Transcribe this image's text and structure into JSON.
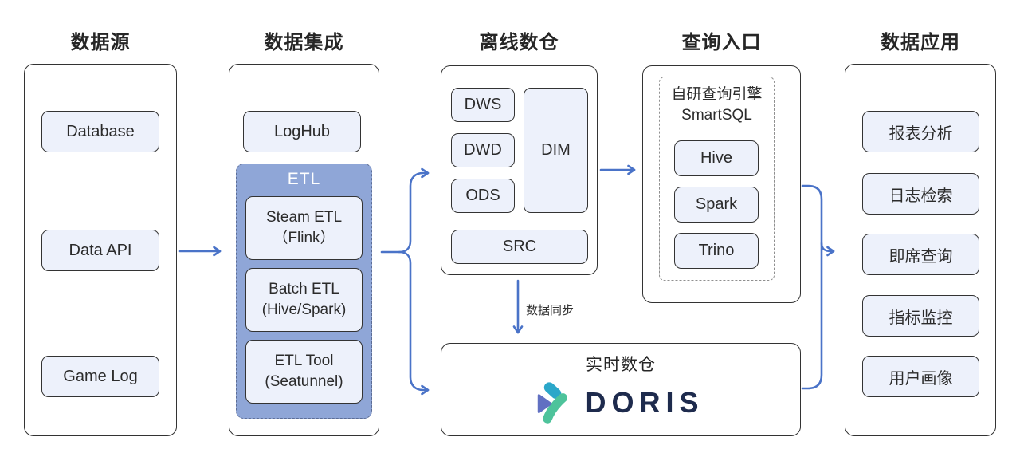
{
  "diagram": {
    "columns": {
      "source": {
        "title": "数据源",
        "items": [
          "Database",
          "Data API",
          "Game Log"
        ]
      },
      "integration": {
        "title": "数据集成",
        "loghub": "LogHub",
        "etl": {
          "label": "ETL",
          "items": [
            {
              "line1": "Steam ETL",
              "line2": "（Flink）"
            },
            {
              "line1": "Batch ETL",
              "line2": "(Hive/Spark)"
            },
            {
              "line1": "ETL Tool",
              "line2": "(Seatunnel)"
            }
          ]
        }
      },
      "offline": {
        "title": "离线数仓",
        "layers": [
          "DWS",
          "DWD",
          "ODS"
        ],
        "dim": "DIM",
        "src": "SRC"
      },
      "query": {
        "title": "查询入口",
        "engine_line1": "自研查询引擎",
        "engine_line2": "SmartSQL",
        "engines": [
          "Hive",
          "Spark",
          "Trino"
        ]
      },
      "apps": {
        "title": "数据应用",
        "items": [
          "报表分析",
          "日志检索",
          "即席查询",
          "指标监控",
          "用户画像"
        ]
      }
    },
    "realtime": {
      "title": "实时数仓",
      "logo": "DORIS"
    },
    "labels": {
      "sync": "数据同步"
    },
    "colors": {
      "arrow": "#4a73c8",
      "box_fill": "#edf1fb",
      "box_border": "#333333",
      "etl_fill": "#8fa6d7",
      "doris_navy": "#1e2b4d",
      "doris_teal": "#2ba7c9",
      "doris_green": "#4ec39b",
      "doris_purple": "#6170c2"
    }
  }
}
